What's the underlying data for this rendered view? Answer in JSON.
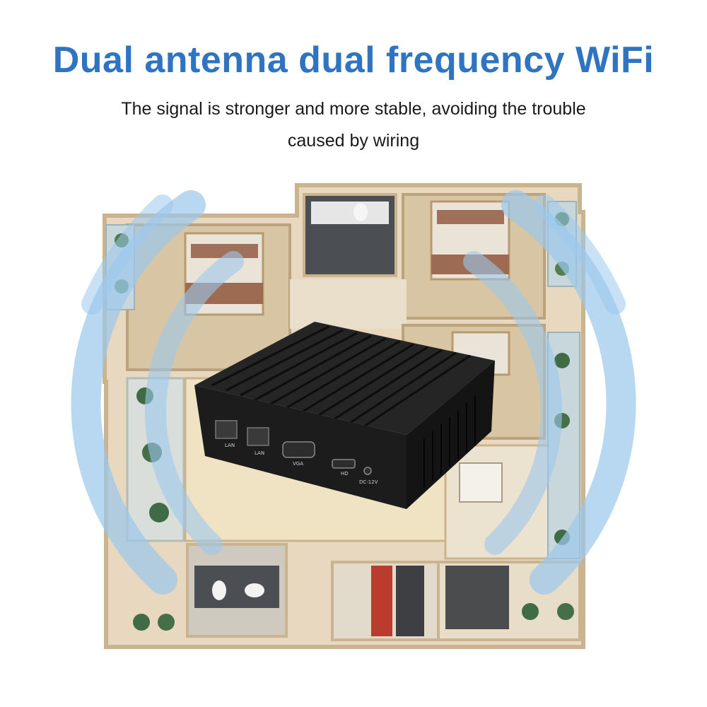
{
  "headline": "Dual antenna dual frequency WiFi",
  "subtitle_line1": "The signal is stronger and more stable, avoiding the trouble",
  "subtitle_line2": "caused by wiring",
  "ports": {
    "lan1": "LAN",
    "lan2": "LAN",
    "vga": "VGA",
    "hd": "HD",
    "dc": "DC-12V"
  },
  "colors": {
    "headline": "#2f74c0",
    "signal_arc": "#9cc8ec",
    "floor_wall": "#d9c7a8",
    "device": "#1c1c1c"
  },
  "icons": {
    "device": "mini-pc-icon",
    "signal": "wifi-signal-arc-icon"
  }
}
